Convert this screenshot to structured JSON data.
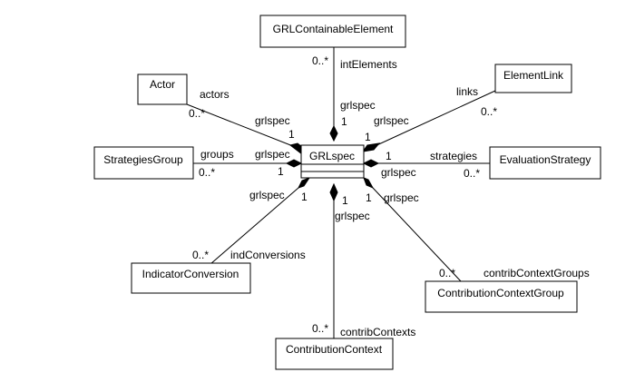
{
  "diagram": {
    "classes": {
      "grl_containable_element": "GRLContainableElement",
      "actor": "Actor",
      "element_link": "ElementLink",
      "strategies_group": "StrategiesGroup",
      "grlspec": "GRLspec",
      "evaluation_strategy": "EvaluationStrategy",
      "indicator_conversion": "IndicatorConversion",
      "contribution_context_group": "ContributionContextGroup",
      "contribution_context": "ContributionContext"
    },
    "associations": {
      "int_elements": {
        "role": "intElements",
        "mult": "0..*",
        "owner_role": "grlspec",
        "owner_mult": "1"
      },
      "actors": {
        "role": "actors",
        "mult": "0..*",
        "owner_role": "grlspec",
        "owner_mult": "1"
      },
      "links": {
        "role": "links",
        "mult": "0..*",
        "owner_role": "grlspec",
        "owner_mult": "1"
      },
      "groups": {
        "role": "groups",
        "mult": "0..*",
        "owner_role": "grlspec",
        "owner_mult": "1"
      },
      "strategies": {
        "role": "strategies",
        "mult": "0..*",
        "owner_role": "grlspec",
        "owner_mult": "1"
      },
      "ind_conversions": {
        "role": "indConversions",
        "mult": "0..*",
        "owner_role": "grlspec",
        "owner_mult": "1"
      },
      "contrib_contexts": {
        "role": "contribContexts",
        "mult": "0..*",
        "owner_role": "grlspec",
        "owner_mult": "1"
      },
      "contrib_context_groups": {
        "role": "contribContextGroups",
        "mult": "0..*",
        "owner_role": "grlspec",
        "owner_mult": "1"
      }
    }
  }
}
